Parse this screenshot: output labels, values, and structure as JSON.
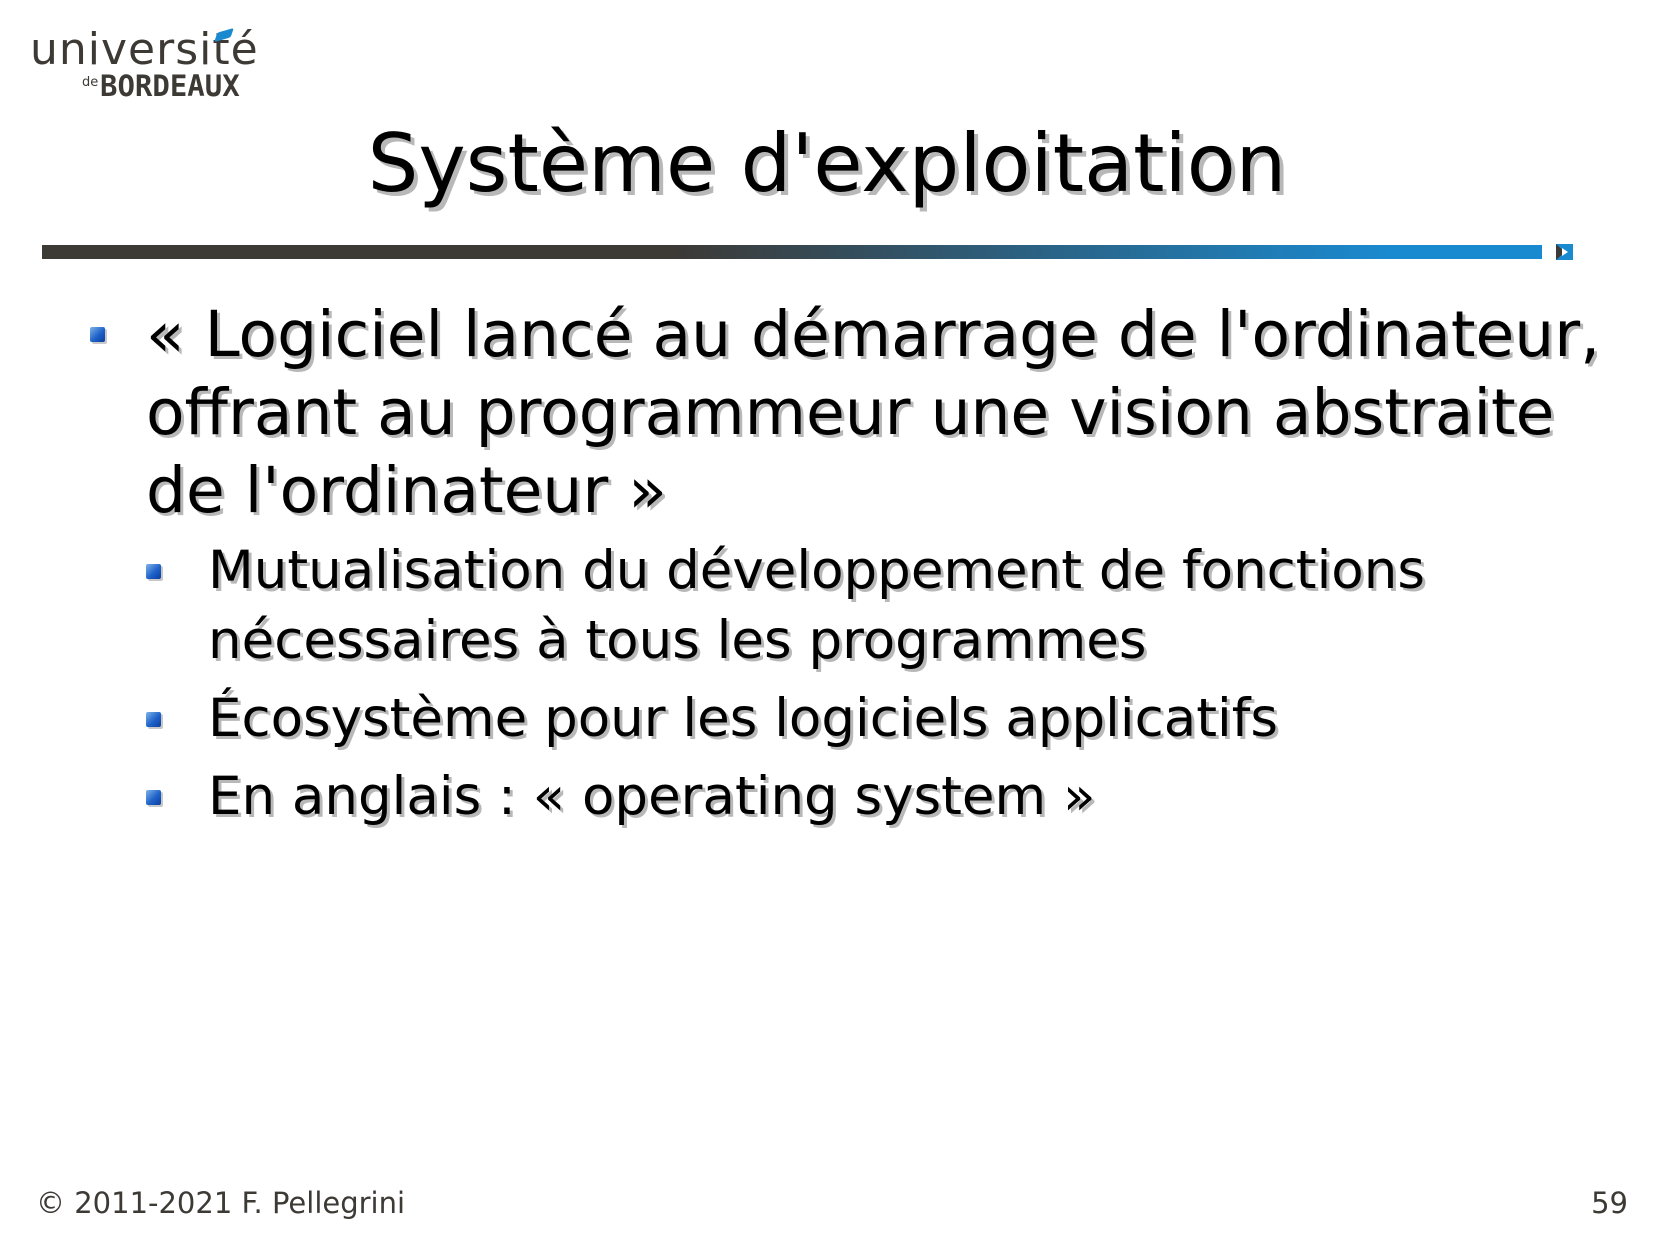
{
  "logo": {
    "universite": "université",
    "de": "de",
    "bordeaux": "BORDEAUX"
  },
  "slide": {
    "title": "Système d'exploitation",
    "bullets": [
      {
        "text": "« Logiciel lancé au démarrage de l'ordinateur, offrant au programmeur une vision abstraite de l'ordinateur »",
        "children": [
          "Mutualisation du développement de fonctions nécessaires à tous les programmes",
          "Écosystème pour les logiciels applicatifs",
          "En anglais : « operating system »"
        ]
      }
    ]
  },
  "footer": {
    "copyright": "© 2011-2021 F. Pellegrini",
    "page_number": "59"
  },
  "colors": {
    "brand_dark": "#3d3935",
    "brand_blue": "#1a8ad0"
  },
  "icons": {
    "bullet": "square-bullet-icon",
    "rule_end": "corner-mark-icon"
  }
}
